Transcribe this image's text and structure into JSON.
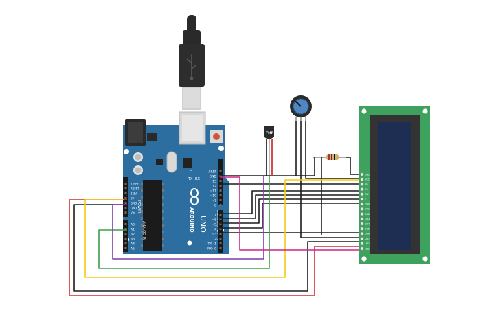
{
  "board": {
    "brand": "ARDUINO",
    "model": "UNO",
    "power_header_title": "POWER",
    "analog_header_title": "ANALOG IN",
    "digital_header_title": "DIGITAL (PWM ~)",
    "power_pins": [
      "IOREF",
      "RESET",
      "3.3V",
      "5V",
      "GND",
      "GND",
      "Vin"
    ],
    "analog_pins": [
      "A0",
      "A1",
      "A2",
      "A3",
      "A4",
      "A5"
    ],
    "top_pins": [
      "AREF",
      "GND",
      "13",
      "12",
      "~11",
      "~10",
      "~9",
      "8"
    ],
    "bottom_pins": [
      "7",
      "~6",
      "~5",
      "4",
      "~3",
      "2",
      "TX→1",
      "RX←0"
    ],
    "led_labels": [
      "L",
      "TX",
      "RX"
    ]
  },
  "sensor": {
    "label": "TMP"
  },
  "lcd": {
    "pins": [
      "GND",
      "VCC",
      "V0",
      "RS",
      "RW",
      "E",
      "DB0",
      "DB1",
      "DB2",
      "DB3",
      "DB4",
      "DB5",
      "DB6",
      "DB7",
      "LED",
      "LED"
    ]
  },
  "colors": {
    "board": "#2d6ea0",
    "board_dark": "#1f5683",
    "header": "#1a1a1a",
    "lcd_pcb": "#3fa15e",
    "lcd_bezel": "#333333",
    "lcd_screen": "#1e2d52",
    "wire_black": "#1c1c1c",
    "wire_red": "#d42a2a",
    "wire_yellow": "#f4cc1a",
    "wire_green": "#3ba04a",
    "wire_purple": "#7b3cab",
    "wire_magenta": "#c9278a",
    "pot_knob": "#4f87c4"
  },
  "icons": {
    "usb_cable": "usb-plug-icon",
    "potentiometer": "potentiometer-icon",
    "temperature_sensor": "temperature-sensor-icon",
    "resistor": "resistor-icon",
    "reset_button": "reset-button-icon"
  }
}
